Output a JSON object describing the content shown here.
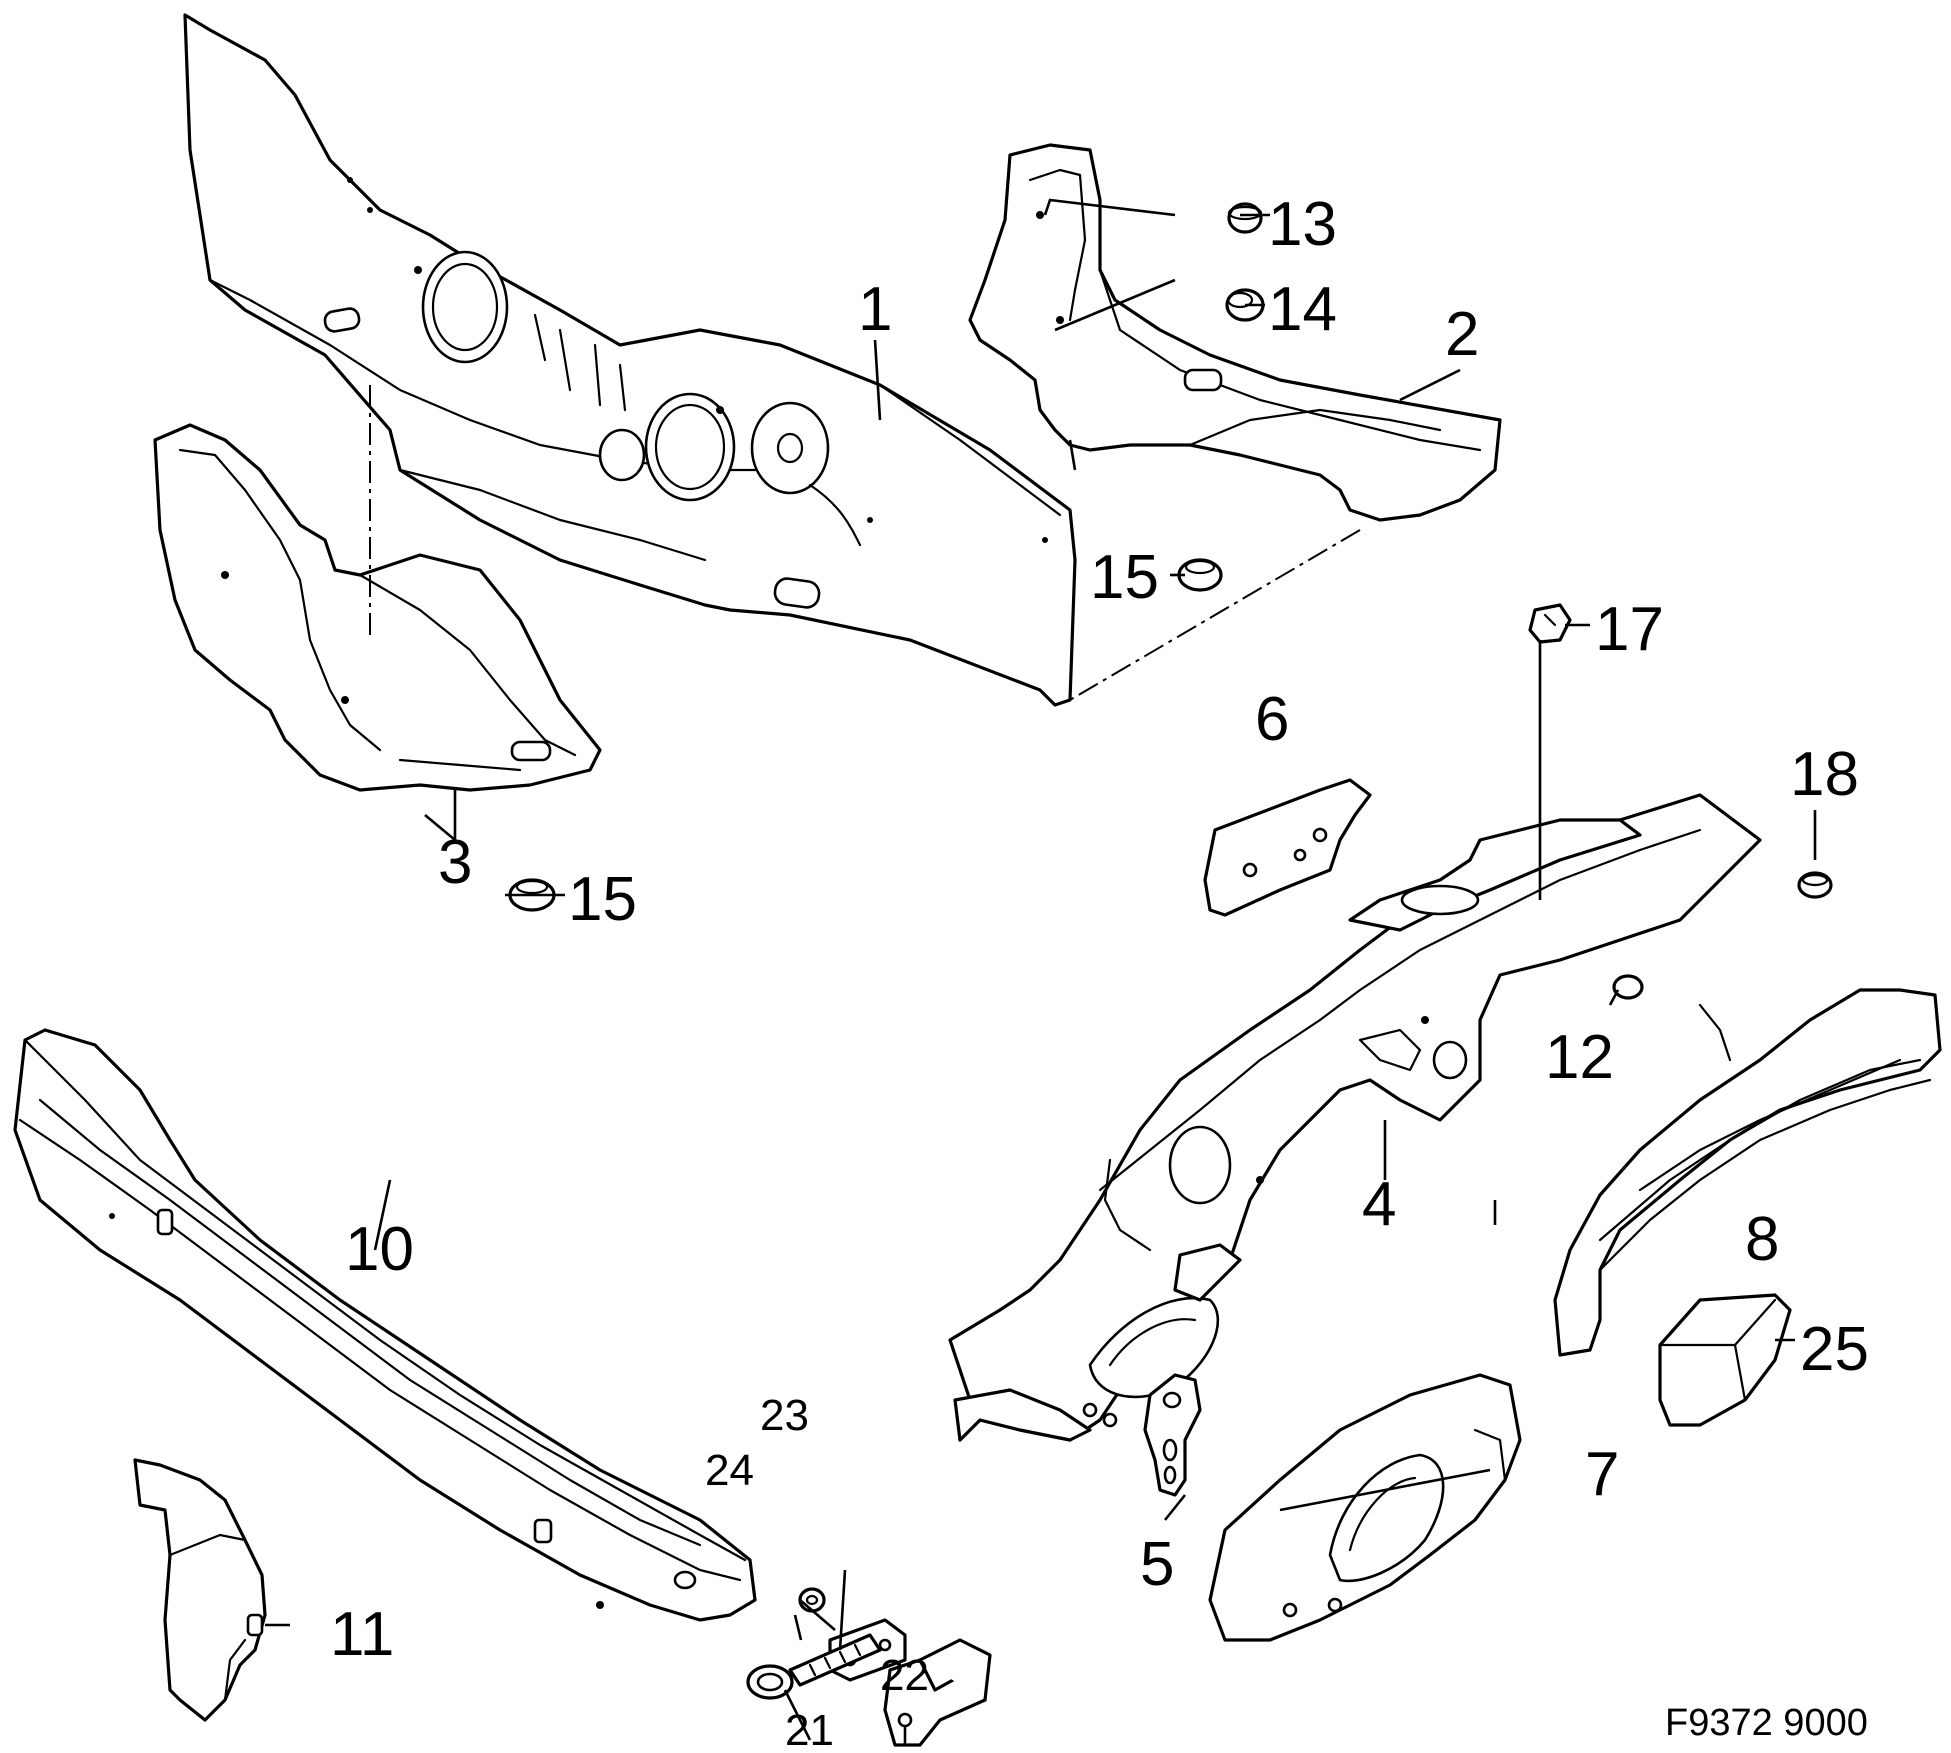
{
  "callouts": {
    "c1": "1",
    "c2": "2",
    "c3": "3",
    "c4": "4",
    "c5": "5",
    "c6": "6",
    "c7": "7",
    "c8": "8",
    "c10": "10",
    "c11": "11",
    "c12": "12",
    "c13": "13",
    "c14": "14",
    "c15a": "15",
    "c15b": "15",
    "c17": "17",
    "c18": "18",
    "c21": "21",
    "c22": "22",
    "c23": "23",
    "c24": "24",
    "c25": "25"
  },
  "figure_code": "F9372 9000"
}
